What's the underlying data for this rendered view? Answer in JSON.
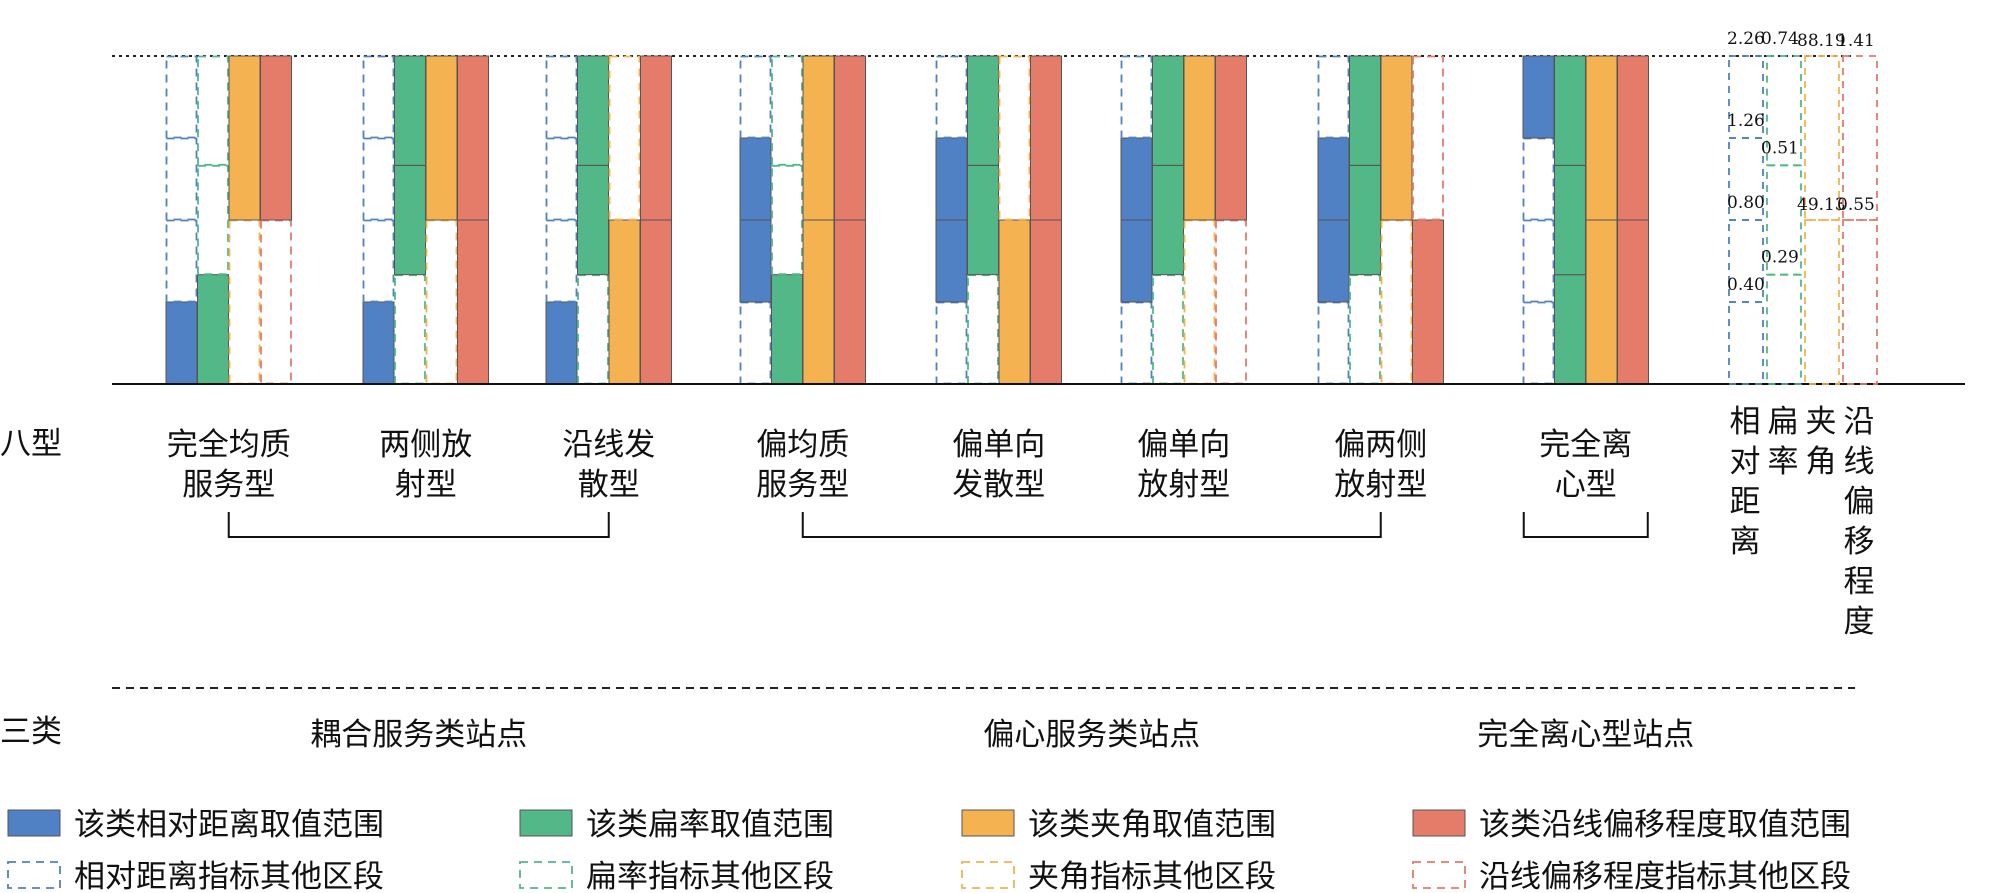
{
  "colors": {
    "relative_distance": "#4f81c4",
    "flatness": "#52b887",
    "angle": "#f4b251",
    "offset": "#e47c69",
    "solid_border": "#555555"
  },
  "row_labels": {
    "eight": "八型",
    "three": "三类"
  },
  "chart_data": {
    "type": "bar",
    "categories": [
      {
        "line1": "完全均质",
        "line2": "服务型"
      },
      {
        "line1": "两侧放",
        "line2": "射型"
      },
      {
        "line1": "沿线发",
        "line2": "散型"
      },
      {
        "line1": "偏均质",
        "line2": "服务型"
      },
      {
        "line1": "偏单向",
        "line2": "发散型"
      },
      {
        "line1": "偏单向",
        "line2": "放射型"
      },
      {
        "line1": "偏两侧",
        "line2": "放射型"
      },
      {
        "line1": "完全离",
        "line2": "心型"
      }
    ],
    "indicators": [
      {
        "key": "relative_distance",
        "label_chars": [
          "相",
          "对",
          "距",
          "离"
        ],
        "ticks": [
          0,
          0.4,
          0.8,
          1.26,
          2.26
        ],
        "tick_labels": [
          "",
          "0.40",
          "0.80",
          "1.26",
          "2.26"
        ]
      },
      {
        "key": "flatness",
        "label_chars": [
          "扁",
          "率"
        ],
        "ticks": [
          0,
          0.29,
          0.51,
          0.74
        ],
        "tick_labels": [
          "",
          "0.29",
          "0.51",
          "0.74"
        ]
      },
      {
        "key": "angle",
        "label_chars": [
          "夹",
          "角"
        ],
        "ticks": [
          0,
          49.13,
          88.19
        ],
        "tick_labels": [
          "",
          "49.13",
          "88.19"
        ]
      },
      {
        "key": "offset",
        "label_chars": [
          "沿",
          "线",
          "偏",
          "移",
          "程",
          "度"
        ],
        "ticks": [
          0,
          0.55,
          1.41
        ],
        "tick_labels": [
          "",
          "0.55",
          "1.41"
        ]
      }
    ],
    "ranges": [
      {
        "relative_distance": [
          0,
          1
        ],
        "flatness": [
          0,
          1
        ],
        "angle": [
          1,
          2
        ],
        "offset": [
          1,
          2
        ]
      },
      {
        "relative_distance": [
          0,
          1
        ],
        "flatness": [
          1,
          3
        ],
        "angle": [
          1,
          2
        ],
        "offset": [
          0,
          2
        ]
      },
      {
        "relative_distance": [
          0,
          1
        ],
        "flatness": [
          1,
          3
        ],
        "angle": [
          0,
          1
        ],
        "offset": [
          0,
          2
        ]
      },
      {
        "relative_distance": [
          1,
          3
        ],
        "flatness": [
          0,
          1
        ],
        "angle": [
          0,
          2
        ],
        "offset": [
          0,
          2
        ]
      },
      {
        "relative_distance": [
          1,
          3
        ],
        "flatness": [
          1,
          3
        ],
        "angle": [
          0,
          1
        ],
        "offset": [
          0,
          2
        ]
      },
      {
        "relative_distance": [
          1,
          3
        ],
        "flatness": [
          1,
          3
        ],
        "angle": [
          1,
          2
        ],
        "offset": [
          1,
          2
        ]
      },
      {
        "relative_distance": [
          1,
          3
        ],
        "flatness": [
          1,
          3
        ],
        "angle": [
          1,
          2
        ],
        "offset": [
          0,
          1
        ]
      },
      {
        "relative_distance": [
          3,
          4
        ],
        "flatness": [
          0,
          3
        ],
        "angle": [
          0,
          2
        ],
        "offset": [
          0,
          2
        ]
      }
    ],
    "groups": [
      {
        "label": "耦合服务类站点",
        "from": 0,
        "to": 2
      },
      {
        "label": "偏心服务类站点",
        "from": 3,
        "to": 6
      },
      {
        "label": "完全离心型站点",
        "from": 7,
        "to": 7
      }
    ],
    "legend": [
      {
        "key": "relative_distance",
        "style": "solid",
        "label": "该类相对距离取值范围"
      },
      {
        "key": "flatness",
        "style": "solid",
        "label": "该类扁率取值范围"
      },
      {
        "key": "angle",
        "style": "solid",
        "label": "该类夹角取值范围"
      },
      {
        "key": "offset",
        "style": "solid",
        "label": "该类沿线偏移程度取值范围"
      },
      {
        "key": "relative_distance",
        "style": "dashed",
        "label": "相对距离指标其他区段"
      },
      {
        "key": "flatness",
        "style": "dashed",
        "label": "扁率指标其他区段"
      },
      {
        "key": "angle",
        "style": "dashed",
        "label": "夹角指标其他区段"
      },
      {
        "key": "offset",
        "style": "dashed",
        "label": "沿线偏移程度指标其他区段"
      }
    ]
  }
}
